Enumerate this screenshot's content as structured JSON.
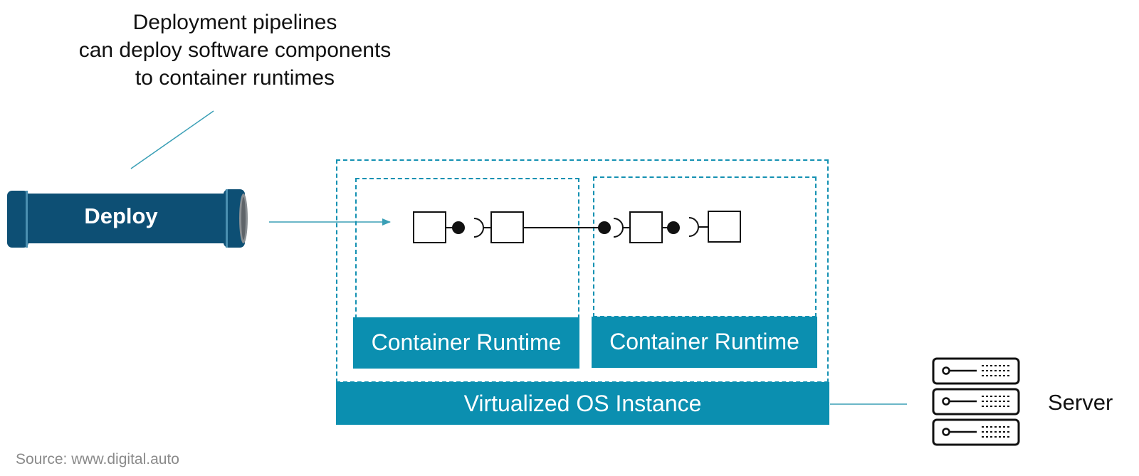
{
  "caption": {
    "lines": [
      "Deployment pipelines",
      "can deploy software components",
      "to container runtimes"
    ]
  },
  "pipeline": {
    "label": "Deploy",
    "icon": "pipe-icon"
  },
  "runtimes": [
    {
      "label": "Container Runtime"
    },
    {
      "label": "Container Runtime"
    }
  ],
  "os_instance": {
    "label": "Virtualized OS Instance"
  },
  "server": {
    "label": "Server",
    "icon": "server-rack-icon"
  },
  "source": {
    "text": "Source: www.digital.auto"
  },
  "colors": {
    "teal": "#0b8fb0",
    "pipe_dark": "#0d4f74",
    "connector": "#3a9fb6"
  }
}
